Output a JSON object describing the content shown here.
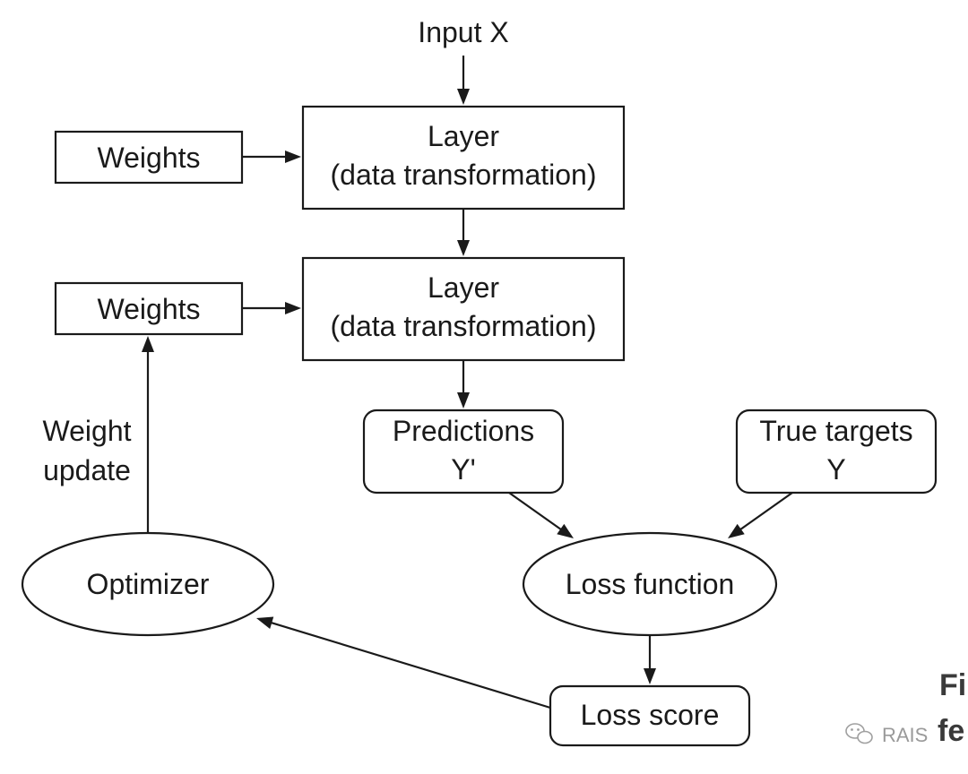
{
  "diagram": {
    "input": {
      "label": "Input X"
    },
    "layer1": {
      "line1": "Layer",
      "line2": "(data transformation)"
    },
    "layer2": {
      "line1": "Layer",
      "line2": "(data transformation)"
    },
    "weights1": {
      "label": "Weights"
    },
    "weights2": {
      "label": "Weights"
    },
    "weight_update": {
      "line1": "Weight",
      "line2": "update"
    },
    "predictions": {
      "line1": "Predictions",
      "line2": "Y'"
    },
    "true_targets": {
      "line1": "True targets",
      "line2": "Y"
    },
    "loss_function": {
      "label": "Loss function"
    },
    "optimizer": {
      "label": "Optimizer"
    },
    "loss_score": {
      "label": "Loss score"
    }
  },
  "page_edge": {
    "cut_text_top": "Fi",
    "cut_text_bottom": "fe",
    "watermark": "RAIS"
  }
}
